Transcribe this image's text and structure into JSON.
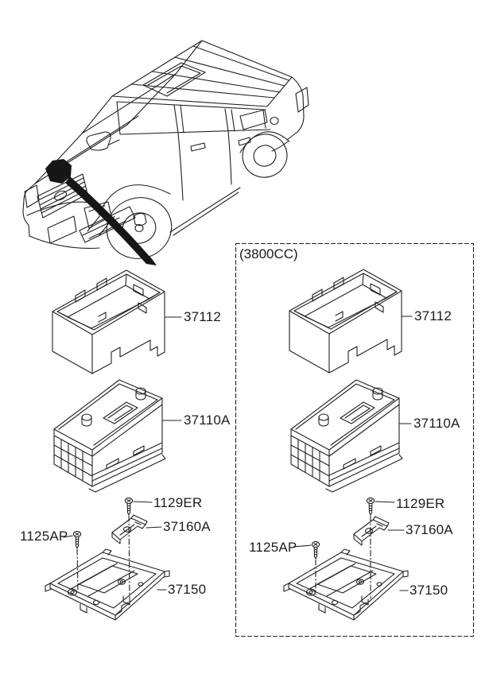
{
  "background_color": "#ffffff",
  "line_color": "#231f20",
  "vehicle": {
    "icon": "suv-front-three-quarter-line-art",
    "location_marker_icon": "battery-location-arrow"
  },
  "standard_group": {
    "insulation_label": "37112",
    "battery_label": "37110A",
    "clamp_bolt_label": "1129ER",
    "clamp_label": "37160A",
    "tray_bolt_label": "1125AP",
    "tray_label": "37150"
  },
  "v3800_group": {
    "header": "(3800CC)",
    "insulation_label": "37112",
    "battery_label": "37110A",
    "clamp_bolt_label": "1129ER",
    "clamp_label": "37160A",
    "tray_bolt_label": "1125AP",
    "tray_label": "37150"
  }
}
